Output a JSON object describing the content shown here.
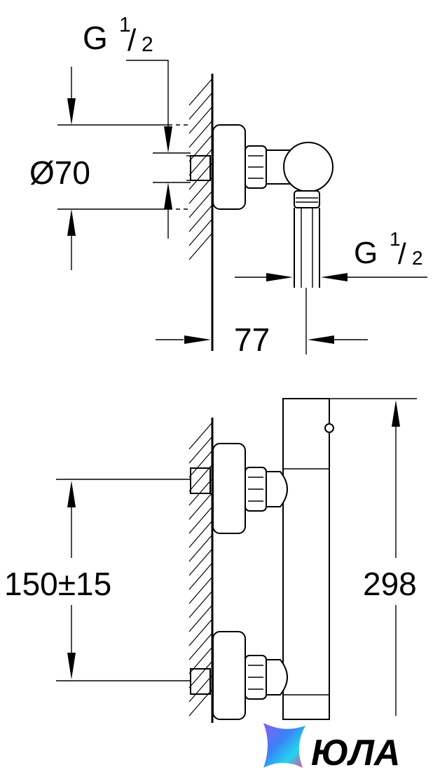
{
  "side_view": {
    "thread_top": {
      "base": "G",
      "num": "1",
      "slash": "/",
      "den": "2"
    },
    "diameter_label": "Ø70",
    "thread_right": {
      "base": "G",
      "num": "1",
      "slash": "/",
      "den": "2"
    },
    "depth_label": "77"
  },
  "front_view": {
    "spacing_label": "150±15",
    "height_label": "298"
  },
  "watermark": {
    "text": "ЮЛА",
    "colors": [
      "#8a5cf6",
      "#3b82f6",
      "#22d3ee",
      "#ec4899"
    ]
  }
}
